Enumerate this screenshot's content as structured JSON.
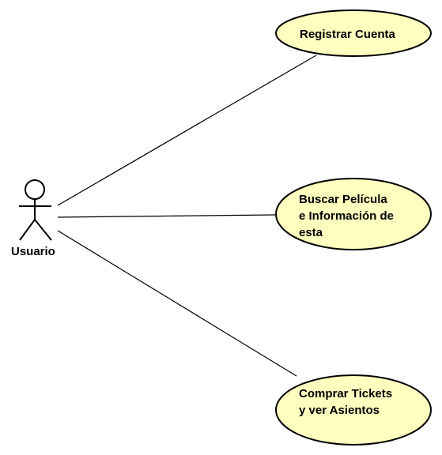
{
  "diagram": {
    "colors": {
      "use_case_fill": "#ffffc0",
      "actor_head_fill": "#ffffc0",
      "line": "#000000",
      "background": "#ffffff"
    },
    "actor": {
      "name": "Usuario"
    },
    "use_cases": [
      {
        "id": "registrar",
        "lines": [
          "Registrar Cuenta"
        ]
      },
      {
        "id": "buscar",
        "lines": [
          "Buscar Película",
          "e Información de",
          "esta"
        ]
      },
      {
        "id": "comprar",
        "lines": [
          "Comprar Tickets",
          "y ver Asientos"
        ]
      }
    ],
    "associations": [
      {
        "from": "Usuario",
        "to": "Registrar Cuenta"
      },
      {
        "from": "Usuario",
        "to": "Buscar Película e Información de esta"
      },
      {
        "from": "Usuario",
        "to": "Comprar Tickets y ver Asientos"
      }
    ]
  }
}
